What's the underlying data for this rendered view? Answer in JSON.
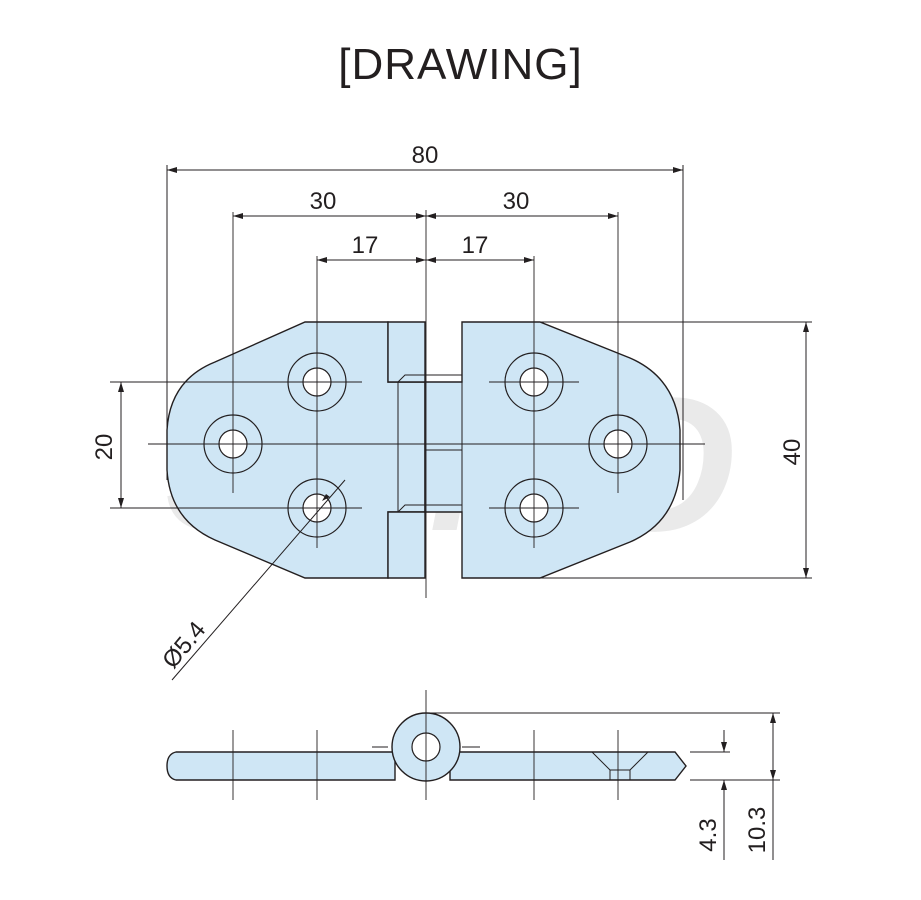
{
  "title": "[DRAWING]",
  "watermark": "SAMO",
  "colors": {
    "part_fill": "#cfe6f5",
    "line": "#231f20",
    "watermark": "#d9d9d9"
  },
  "dimensions": {
    "overall_width": "80",
    "hole_span_left": "30",
    "hole_span_right": "30",
    "inner_span_left": "17",
    "inner_span_right": "17",
    "hole_vertical": "20",
    "overall_height": "40",
    "hole_diameter": "Ø5.4",
    "thickness": "4.3",
    "total_height": "10.3"
  }
}
